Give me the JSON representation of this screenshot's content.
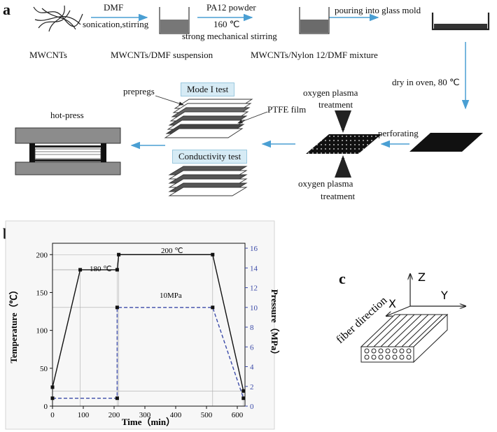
{
  "panel_a": {
    "letter": "a",
    "step_labels": {
      "dmf_top": "DMF",
      "dmf_bottom": "sonication,stirring",
      "pa12_top": "PA12 powder",
      "pa12_mid": "160 ℃",
      "pa12_bottom": "strong mechanical stirring",
      "pour": "pouring into glass mold",
      "dry": "dry in oven, 80 ℃",
      "perforating": "perforating"
    },
    "material_labels": {
      "mwcnts": "MWCNTs",
      "suspension": "MWCNTs/DMF suspension",
      "mixture": "MWCNTs/Nylon 12/DMF mixture"
    },
    "plasma_top": [
      "oxygen plasma",
      "treatment"
    ],
    "plasma_bottom": [
      "oxygen plasma",
      "treatment"
    ],
    "mode_test": "Mode I test",
    "conductivity_test": "Conductivity test",
    "prepregs": "prepregs",
    "ptfe": "PTFE film",
    "hot_press": "hot-press"
  },
  "panel_b": {
    "letter": "b",
    "annotations": {
      "t180": "180 ℃",
      "t200": "200 ℃",
      "p10": "10MPa"
    }
  },
  "panel_c": {
    "letter": "c",
    "axes": {
      "z": "Z",
      "y": "Y",
      "x": "X"
    },
    "fiber_direction": "fiber direction"
  },
  "chart_data": {
    "type": "line",
    "xlabel": "Time（min）",
    "ylabel": "Temperature（℃）",
    "y2label": "Pressure（MPa）",
    "xlim": [
      0,
      625
    ],
    "ylim": [
      0,
      215
    ],
    "y2lim": [
      0,
      16.5
    ],
    "xticks": [
      0,
      100,
      200,
      300,
      400,
      500,
      600
    ],
    "yticks": [
      0,
      50,
      100,
      150,
      200
    ],
    "y2ticks": [
      0,
      2,
      4,
      6,
      8,
      10,
      12,
      14,
      16
    ],
    "grid": false,
    "series": [
      {
        "axis": "left",
        "color": "#111111",
        "style": "solid",
        "x": [
          0,
          90,
          210,
          215,
          520,
          620
        ],
        "y": [
          25,
          180,
          180,
          200,
          200,
          20
        ]
      },
      {
        "axis": "right",
        "color": "#3b4aa8",
        "style": "dashed",
        "x": [
          0,
          210,
          210,
          520,
          620
        ],
        "y": [
          0.8,
          0.8,
          10,
          10,
          0.8
        ]
      }
    ]
  }
}
